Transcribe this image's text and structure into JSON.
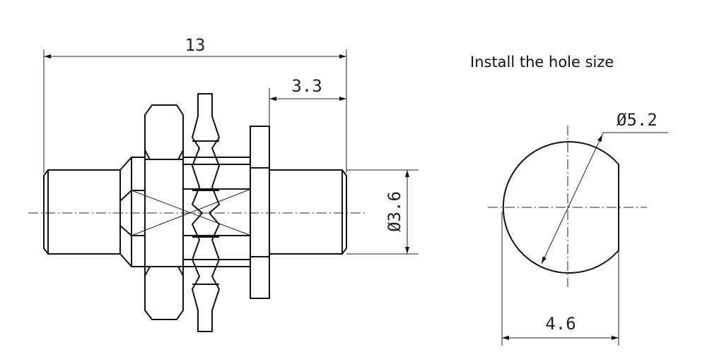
{
  "title": "Install the hole size",
  "connector_drawing": {
    "overall_length": "13",
    "flange_to_end": "3.3",
    "body_diameter": "Ø3.6"
  },
  "hole_drawing": {
    "hole_diameter": "Ø5.2",
    "flat_width": "4.6"
  }
}
